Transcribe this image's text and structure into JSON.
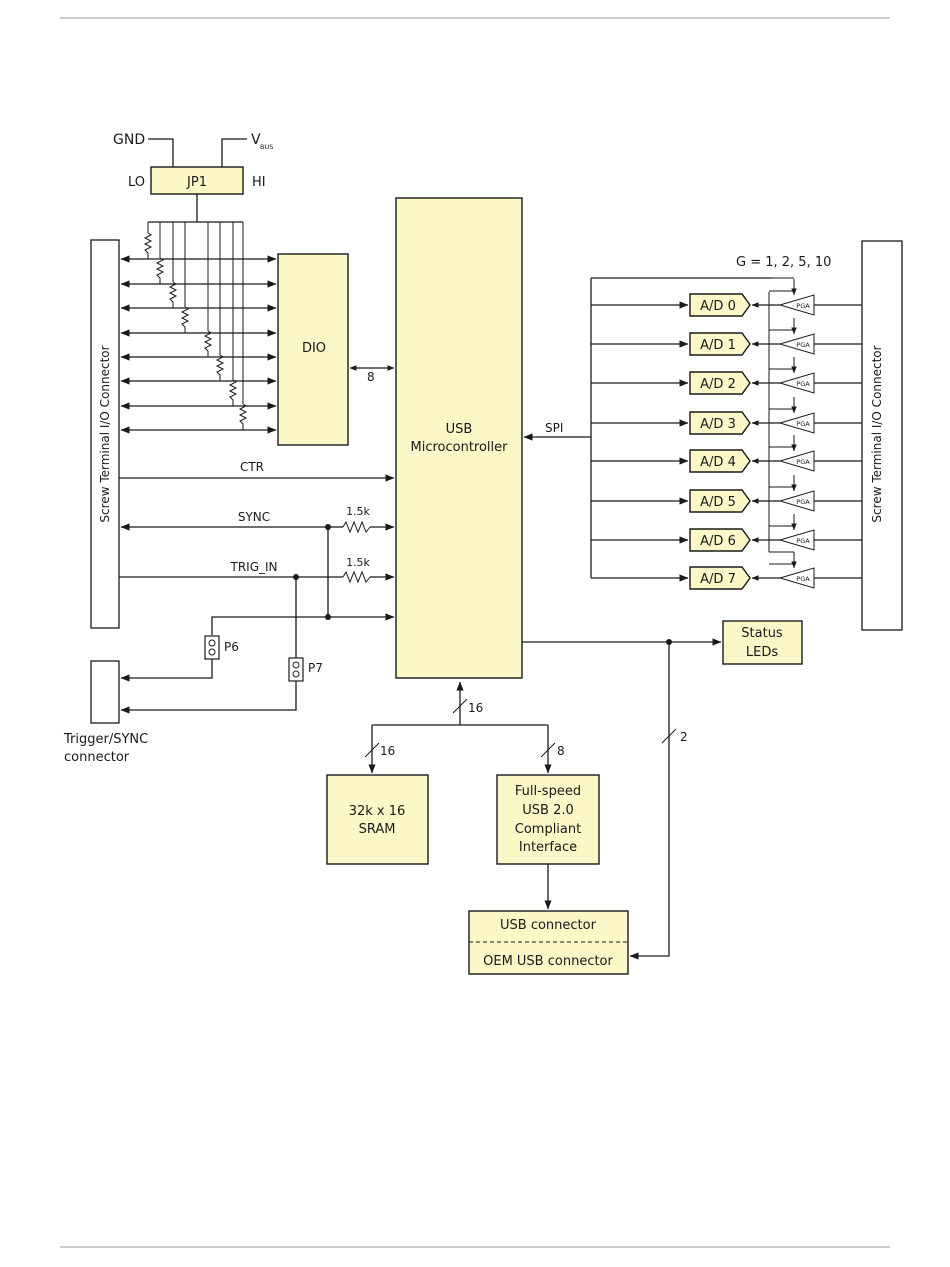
{
  "labels": {
    "gnd": "GND",
    "vbus_main": "V",
    "vbus_sub": "BUS",
    "lo": "LO",
    "hi": "HI",
    "jp1": "JP1",
    "screw_left": "Screw Terminal I/O Connector",
    "screw_right": "Screw Terminal I/O Connector",
    "dio": "DIO",
    "dio_bus_width": "8",
    "usb_mc_line1": "USB",
    "usb_mc_line2": "Microcontroller",
    "spi": "SPI",
    "gain": "G = 1, 2, 5, 10",
    "ctr": "CTR",
    "sync": "SYNC",
    "trig_in": "TRIG_IN",
    "res_sync": "1.5k",
    "res_trig": "1.5k",
    "p6": "P6",
    "p7": "P7",
    "trigger_connector_line1": "Trigger/SYNC",
    "trigger_connector_line2": "connector",
    "mc_bus_width": "16",
    "sram_bus_width": "16",
    "usb_if_bus_width": "8",
    "led_bus_width": "2",
    "sram_line1": "32k x 16",
    "sram_line2": "SRAM",
    "usb_if_line1": "Full-speed",
    "usb_if_line2": "USB 2.0",
    "usb_if_line3": "Compliant",
    "usb_if_line4": "Interface",
    "status_line1": "Status",
    "status_line2": "LEDs",
    "usb_connector": "USB connector",
    "oem_usb_connector": "OEM USB connector",
    "pga": "PGA"
  },
  "adc_channels": [
    "A/D 0",
    "A/D 1",
    "A/D 2",
    "A/D 3",
    "A/D 4",
    "A/D 5",
    "A/D 6",
    "A/D 7"
  ],
  "colors": {
    "block_fill": "#fbf7c6",
    "line": "#1a1a1a",
    "rule": "#9a9a9a"
  }
}
